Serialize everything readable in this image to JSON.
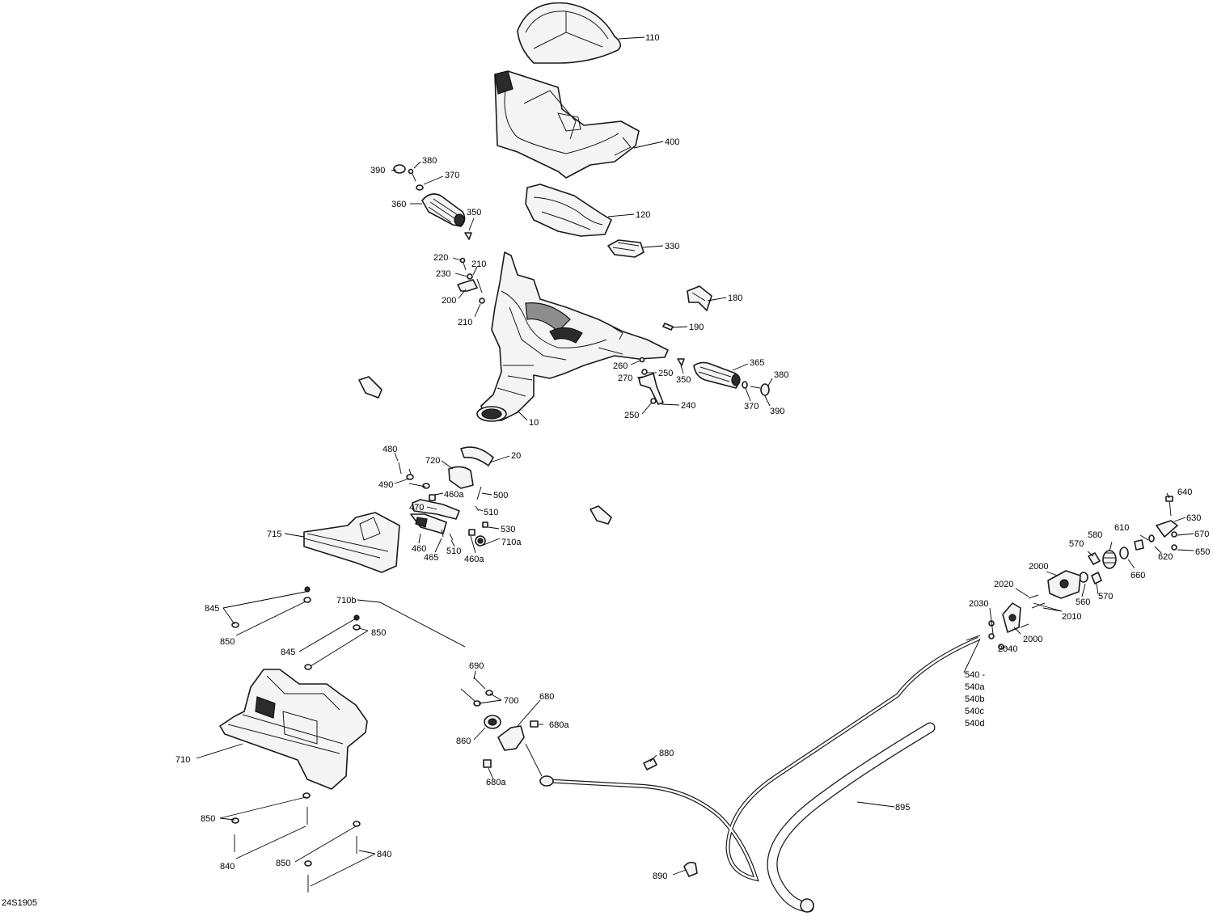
{
  "diagram_code": "24S1905",
  "callouts": {
    "c110": "110",
    "c400": "400",
    "c120": "120",
    "c330": "330",
    "c390a": "390",
    "c380a": "380",
    "c370a": "370",
    "c360": "360",
    "c350a": "350",
    "c220": "220",
    "c210a": "210",
    "c230": "230",
    "c200": "200",
    "c210b": "210",
    "c180": "180",
    "c190": "190",
    "c260": "260",
    "c250a": "250",
    "c270": "270",
    "c350b": "350",
    "c365": "365",
    "c380b": "380",
    "c370b": "370",
    "c390b": "390",
    "c240": "240",
    "c250b": "250",
    "c10": "10",
    "c20": "20",
    "c480": "480",
    "c720": "720",
    "c490": "490",
    "c460a1": "460a",
    "c500": "500",
    "c510a": "510",
    "c470": "470",
    "c530": "530",
    "c715": "715",
    "c460": "460",
    "c465": "465",
    "c510b": "510",
    "c460a2": "460a",
    "c710a": "710a",
    "c845a": "845",
    "c710b": "710b",
    "c850a": "850",
    "c850b": "850",
    "c845b": "845",
    "c710": "710",
    "c690": "690",
    "c700": "700",
    "c680": "680",
    "c860": "860",
    "c680a1": "680a",
    "c680a2": "680a",
    "c880": "880",
    "c895": "895",
    "c890": "890",
    "c850c": "850",
    "c840a": "840",
    "c850d": "850",
    "c840b": "840",
    "c640": "640",
    "c630": "630",
    "c670": "670",
    "c610": "610",
    "c620": "620",
    "c650": "650",
    "c570a": "570",
    "c580": "580",
    "c660": "660",
    "c2000a": "2000",
    "c2020": "2020",
    "c560": "560",
    "c570b": "570",
    "c2030": "2030",
    "c2010": "2010",
    "c2000b": "2000",
    "c2040": "2040",
    "c540": "540 -",
    "c540a": "540a",
    "c540b": "540b",
    "c540c": "540c",
    "c540d": "540d"
  }
}
